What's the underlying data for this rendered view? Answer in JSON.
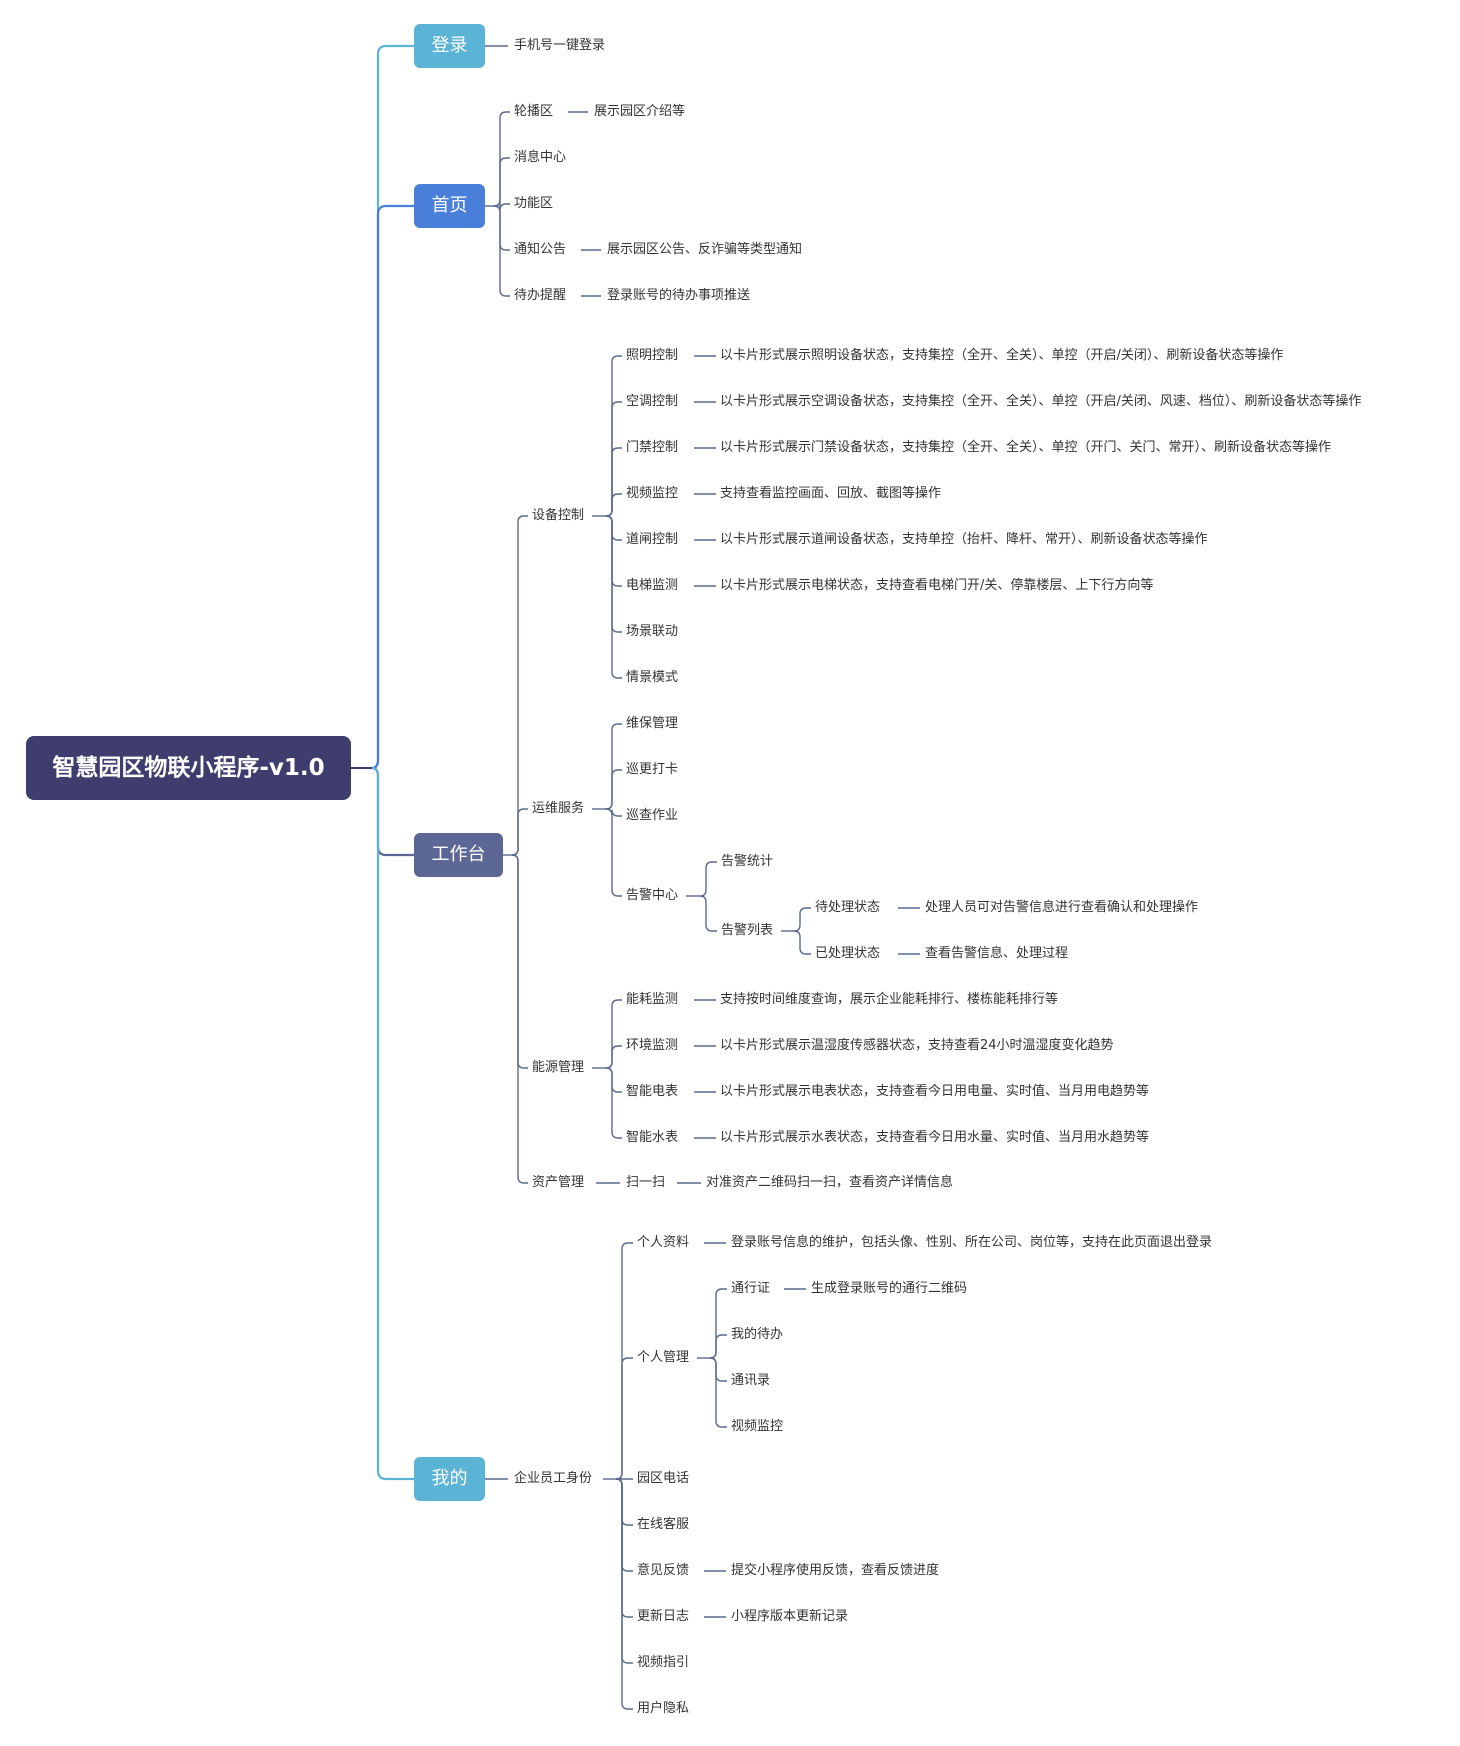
{
  "root": "智慧园区物联小程序-v1.0",
  "colors": {
    "root": "#3f3d6e",
    "login": "#5bb4d6",
    "home": "#4a7fd9",
    "workbench": "#5d6796",
    "mine": "#5bb4d6",
    "line": "#5a6a8c",
    "text": "#333333"
  },
  "login": {
    "label": "登录",
    "items": [
      "手机号一键登录"
    ]
  },
  "home": {
    "label": "首页",
    "items": [
      {
        "label": "轮播区",
        "desc": "展示园区介绍等"
      },
      {
        "label": "消息中心"
      },
      {
        "label": "功能区"
      },
      {
        "label": "通知公告",
        "desc": "展示园区公告、反诈骗等类型通知"
      },
      {
        "label": "待办提醒",
        "desc": "登录账号的待办事项推送"
      }
    ]
  },
  "workbench": {
    "label": "工作台",
    "groups": [
      {
        "label": "设备控制",
        "items": [
          {
            "label": "照明控制",
            "desc": "以卡片形式展示照明设备状态，支持集控（全开、全关）、单控（开启/关闭）、刷新设备状态等操作"
          },
          {
            "label": "空调控制",
            "desc": "以卡片形式展示空调设备状态，支持集控（全开、全关）、单控（开启/关闭、风速、档位）、刷新设备状态等操作"
          },
          {
            "label": "门禁控制",
            "desc": "以卡片形式展示门禁设备状态，支持集控（全开、全关）、单控（开门、关门、常开）、刷新设备状态等操作"
          },
          {
            "label": "视频监控",
            "desc": "支持查看监控画面、回放、截图等操作"
          },
          {
            "label": "道闸控制",
            "desc": "以卡片形式展示道闸设备状态，支持单控（抬杆、降杆、常开）、刷新设备状态等操作"
          },
          {
            "label": "电梯监测",
            "desc": "以卡片形式展示电梯状态，支持查看电梯门开/关、停靠楼层、上下行方向等"
          },
          {
            "label": "场景联动"
          },
          {
            "label": "情景模式"
          }
        ]
      },
      {
        "label": "运维服务",
        "items": [
          {
            "label": "维保管理"
          },
          {
            "label": "巡更打卡"
          },
          {
            "label": "巡查作业"
          },
          {
            "label": "告警中心",
            "children": [
              {
                "label": "告警统计"
              },
              {
                "label": "告警列表",
                "children": [
                  {
                    "label": "待处理状态",
                    "desc": "处理人员可对告警信息进行查看确认和处理操作"
                  },
                  {
                    "label": "已处理状态",
                    "desc": "查看告警信息、处理过程"
                  }
                ]
              }
            ]
          }
        ]
      },
      {
        "label": "能源管理",
        "items": [
          {
            "label": "能耗监测",
            "desc": "支持按时间维度查询，展示企业能耗排行、楼栋能耗排行等"
          },
          {
            "label": "环境监测",
            "desc": "以卡片形式展示温湿度传感器状态，支持查看24小时温湿度变化趋势"
          },
          {
            "label": "智能电表",
            "desc": "以卡片形式展示电表状态，支持查看今日用电量、实时值、当月用电趋势等"
          },
          {
            "label": "智能水表",
            "desc": "以卡片形式展示水表状态，支持查看今日用水量、实时值、当月用水趋势等"
          }
        ]
      },
      {
        "label": "资产管理",
        "items": [
          {
            "label": "扫一扫",
            "desc": "对准资产二维码扫一扫，查看资产详情信息"
          }
        ]
      }
    ]
  },
  "mine": {
    "label": "我的",
    "identity": "企业员工身份",
    "items": [
      {
        "label": "个人资料",
        "desc": "登录账号信息的维护，包括头像、性别、所在公司、岗位等，支持在此页面退出登录"
      },
      {
        "label": "个人管理",
        "children": [
          {
            "label": "通行证",
            "desc": "生成登录账号的通行二维码"
          },
          {
            "label": "我的待办"
          },
          {
            "label": "通讯录"
          },
          {
            "label": "视频监控"
          }
        ]
      },
      {
        "label": "园区电话"
      },
      {
        "label": "在线客服"
      },
      {
        "label": "意见反馈",
        "desc": "提交小程序使用反馈，查看反馈进度"
      },
      {
        "label": "更新日志",
        "desc": "小程序版本更新记录"
      },
      {
        "label": "视频指引"
      },
      {
        "label": "用户隐私"
      }
    ]
  }
}
